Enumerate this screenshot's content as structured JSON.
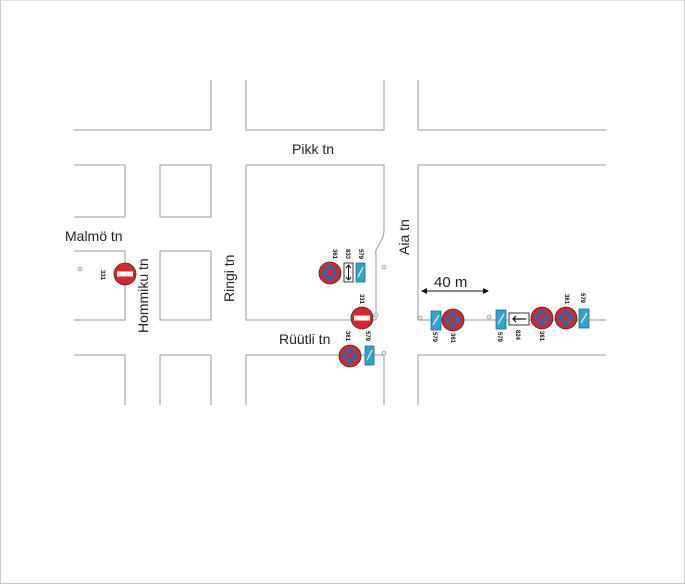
{
  "streets": {
    "pikk": "Pikk tn",
    "malmo": "Malmö tn",
    "hommiku": "Hommiku tn",
    "ringi": "Ringi tn",
    "aia": "Aia tn",
    "ruutli": "Rüütli tn"
  },
  "dimension": {
    "label": "40 m"
  },
  "sign_codes": {
    "no_entry": "331",
    "no_stopping": "361",
    "parking_plate": "579",
    "two_way_plate": "833",
    "arrow_plate": "824"
  },
  "colors": {
    "road_edge": "#9a9a9a",
    "sign_red": "#d7262b",
    "sign_blue": "#2a68b3",
    "plate_cyan": "#2fa6c8"
  }
}
